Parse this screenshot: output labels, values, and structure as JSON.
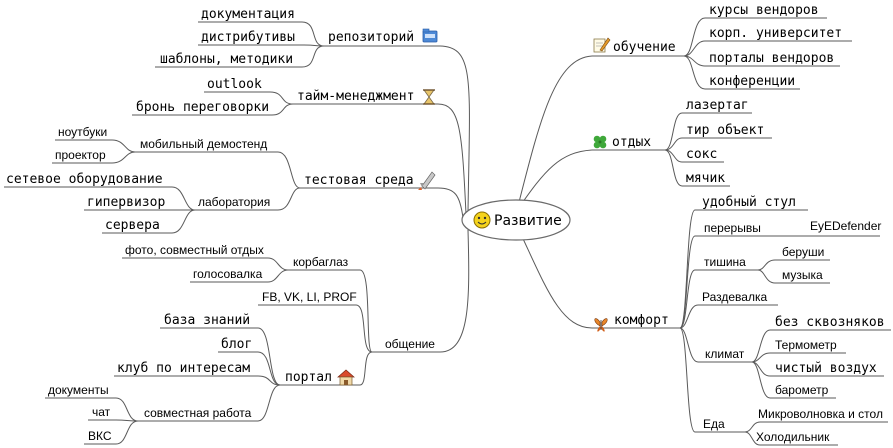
{
  "central": {
    "label": "Развитие",
    "icon": "smiley-icon"
  },
  "left": {
    "repository": {
      "label": "репозиторий",
      "icon": "folder-icon",
      "items": [
        "документация",
        "дистрибутивы",
        "шаблоны, методики"
      ]
    },
    "time_management": {
      "label": "тайм-менеджмент",
      "icon": "hourglass-icon",
      "items": [
        "outlook",
        "бронь переговорки"
      ]
    },
    "test_env": {
      "label": "тестовая среда",
      "icon": "rocket-icon",
      "mobile_demo": {
        "label": "мобильный демостенд",
        "items": [
          "ноутбуки",
          "проектор"
        ]
      },
      "lab": {
        "label": "лаборатория",
        "items": [
          "сетевое оборудование",
          "гипервизор",
          "сервера"
        ]
      }
    },
    "communication": {
      "label": "общение",
      "korbaglaz": {
        "label": "корбаглаз",
        "items": [
          "фото, совместный отдых",
          "голосовалка"
        ]
      },
      "social": "FB, VK, LI, PROF",
      "portal": {
        "label": "портал",
        "icon": "house-icon",
        "items": [
          "база знаний",
          "блог",
          "клуб по интересам"
        ],
        "joint_work": {
          "label": "совместная работа",
          "items": [
            "документы",
            "чат",
            "ВКС"
          ]
        }
      }
    }
  },
  "right": {
    "learning": {
      "label": "обучение",
      "icon": "notepad-icon",
      "items": [
        "курсы вендоров",
        "корп. университет",
        "порталы вендоров",
        "конференции"
      ]
    },
    "rest": {
      "label": "отдых",
      "icon": "clover-icon",
      "items": [
        "лазертаг",
        "тир объект",
        "сокс",
        "мячик"
      ]
    },
    "comfort": {
      "label": "комфорт",
      "icon": "butterfly-icon",
      "chair": "удобный стул",
      "breaks": {
        "label": "перерывы",
        "items": [
          "EyEDefender"
        ]
      },
      "silence": {
        "label": "тишина",
        "items": [
          "беруши",
          "музыка"
        ]
      },
      "cloakroom": "Раздевалка",
      "climate": {
        "label": "климат",
        "items": [
          "без сквозняков",
          "Термометр",
          "чистый воздух",
          "барометр"
        ]
      },
      "food": {
        "label": "Еда",
        "items": [
          "Микроволновка и стол",
          "Холодильник"
        ]
      }
    }
  }
}
